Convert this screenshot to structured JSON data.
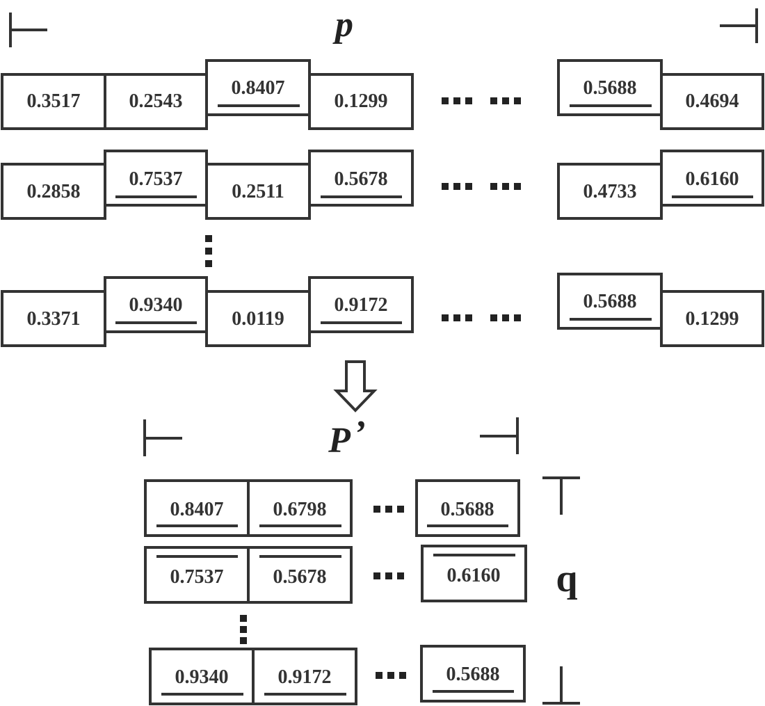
{
  "top": {
    "label": "p",
    "rows": [
      {
        "cells": [
          "0.3517",
          "0.2543",
          "0.8407",
          "0.1299"
        ],
        "last": [
          "0.5688",
          "0.4694"
        ]
      },
      {
        "cells": [
          "0.2858",
          "0.7537",
          "0.2511",
          "0.5678"
        ],
        "last": [
          "0.4733",
          "0.6160"
        ]
      },
      {
        "cells": [
          "0.3371",
          "0.9340",
          "0.0119",
          "0.9172"
        ],
        "last": [
          "0.5688",
          "0.1299"
        ]
      }
    ]
  },
  "bottom": {
    "label": "P",
    "label_mark": "’",
    "side_label": "q",
    "rows": [
      {
        "cells": [
          "0.8407",
          "0.6798"
        ],
        "last": "0.5688"
      },
      {
        "cells": [
          "0.7537",
          "0.5678"
        ],
        "last": "0.6160"
      },
      {
        "cells": [
          "0.9340",
          "0.9172"
        ],
        "last": "0.5688"
      }
    ]
  }
}
